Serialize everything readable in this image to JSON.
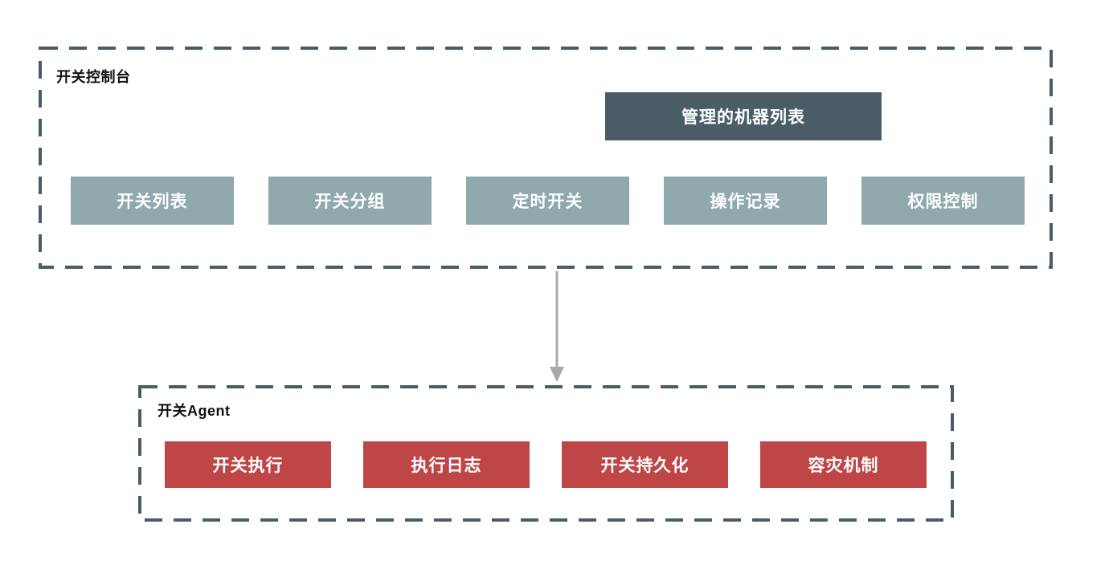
{
  "colors": {
    "border": "#4a5d66",
    "dark_box": "#4a5d66",
    "teal_box": "#8fa9ac",
    "red_box": "#bf4646",
    "arrow": "#a9a9a9",
    "label_text": "#111111",
    "box_text": "#ffffff"
  },
  "console": {
    "label": "开关控制台",
    "machine_list_label": "管理的机器列表",
    "modules": [
      {
        "label": "开关列表"
      },
      {
        "label": "开关分组"
      },
      {
        "label": "定时开关"
      },
      {
        "label": "操作记录"
      },
      {
        "label": "权限控制"
      }
    ]
  },
  "agent": {
    "label": "开关Agent",
    "modules": [
      {
        "label": "开关执行"
      },
      {
        "label": "执行日志"
      },
      {
        "label": "开关持久化"
      },
      {
        "label": "容灾机制"
      }
    ]
  },
  "connector": {
    "icon": "down-arrow-icon",
    "direction": "down"
  }
}
